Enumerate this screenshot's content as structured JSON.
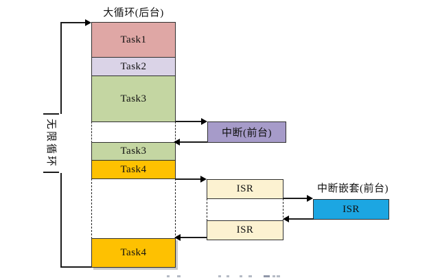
{
  "diagram": {
    "title": "大循环(后台)",
    "left_rail_label": "无限循环",
    "column": {
      "segments": [
        {
          "label": "Task1"
        },
        {
          "label": "Task2"
        },
        {
          "label": "Task3"
        },
        {
          "label": "Task3"
        },
        {
          "label": "Task4"
        },
        {
          "label": "Task4"
        }
      ]
    },
    "interrupt": {
      "label": "中断(前台)"
    },
    "isr": [
      {
        "label": "ISR"
      },
      {
        "label": "ISR"
      }
    ],
    "nested": {
      "heading": "中断嵌套(前台)",
      "label": "ISR"
    },
    "colors": {
      "task1": "#DFA7A5",
      "task2": "#DAD3E7",
      "task3": "#C4D6A2",
      "task4": "#FEC101",
      "interrupt": "#A69BC9",
      "isr": "#FCF2D1",
      "isr_nested": "#1CA6E2"
    }
  }
}
